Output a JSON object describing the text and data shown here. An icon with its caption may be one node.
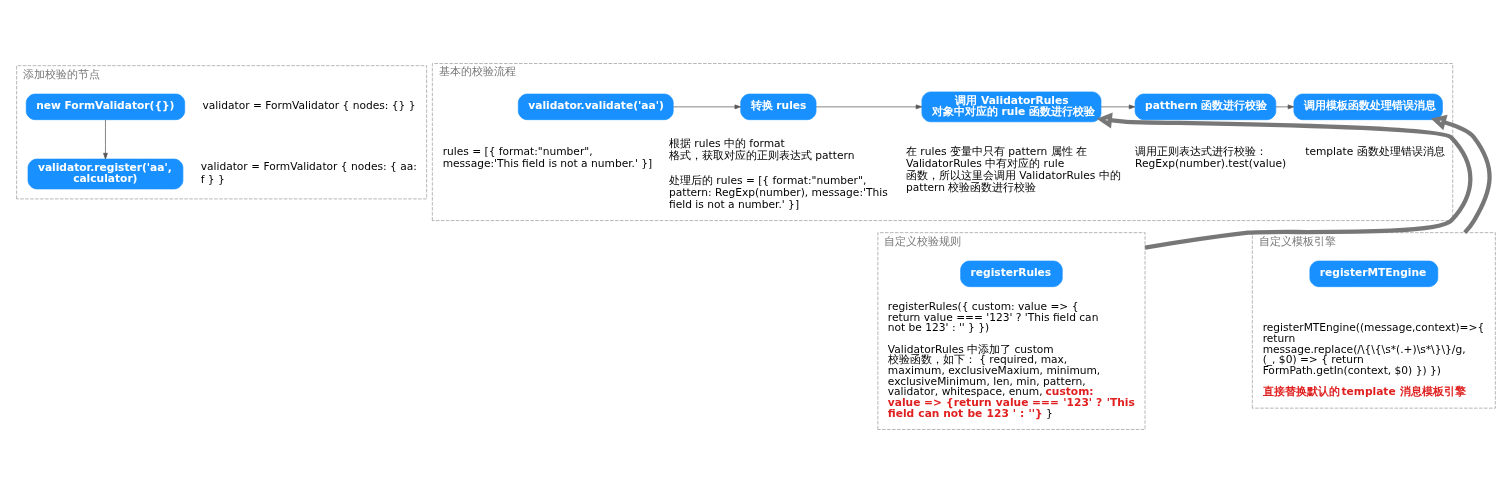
{
  "diagram": {
    "nodes": [
      {
        "text": [
          "添加校验的节点"
        ]
      },
      {
        "text": [
          "new FormValidator({})"
        ],
        "in": 0,
        "beside": [
          "validator = FormValidator { nodes: {} }"
        ]
      },
      {
        "text": [
          "validator.register('aa', calculator)"
        ],
        "in": 0,
        "beside": [
          "validator = FormValidator { nodes: { aa: f } }"
        ]
      },
      {
        "text": [
          "基本的校验流程"
        ]
      },
      {
        "text": [
          "validator.validate('aa')"
        ],
        "in": 3,
        "beside": [
          "rules = [{ format:\"number\", message:'This field is not a number.' }]"
        ]
      },
      {
        "text": [
          "转换 rules"
        ],
        "in": 3,
        "beside": [
          "根据 rules 中的 format 格式，获取对应的正则表达式 pattern",
          "处理后的 rules = [{ format:\"number\", pattern: RegExp(number), message:'This field is not a number.' }]"
        ]
      },
      {
        "text": [
          "调用 ValidatorRules 对象中对应的 rule 函数进行校验"
        ],
        "in": 3,
        "beside": [
          "在 rules 变量中只有 pattern 属性 在 ValidatorRules 中有对应的 rule 函数，所以这里会调用 ValidatorRules 中的 pattern 校验函数进行校验"
        ]
      },
      {
        "text": [
          "patthern 函数进行校验"
        ],
        "in": 3,
        "beside": [
          "调用正则表达式进行校验： RegExp(number).test(value)"
        ]
      },
      {
        "text": [
          "调用模板函数处理错误消息"
        ],
        "in": 3,
        "beside": [
          "template 函数处理错误消息"
        ]
      },
      {
        "text": [
          "自定义校验规则"
        ]
      },
      {
        "text": [
          "registerRules"
        ],
        "in": 9,
        "beside": [
          "registerRules({ custom: value => { return value === '123' ? 'This field can not be 123' : '' } })",
          "ValidatorRules 中添加了 custom 校验函数，如下： { required, max, maximum, exclusiveMaxium, minimum, exclusiveMinimum, len, min, pattern, validator, whitespace, enum, **custom: value => {return value === '123' ? 'This field can not be 123 ' : ''}** }"
        ]
      },
      {
        "text": [
          "自定义模板引擎"
        ]
      },
      {
        "text": [
          "registerMTEngine"
        ],
        "in": 11,
        "beside": [
          "registerMTEngine((message,context)=>{ return message.replace(/\\{\\{\\s*(.+)\\s*\\}\\}/g, (_, $0) => { return FormPath.getIn(context, $0) }) })",
          "**直接替换默认的 template 消息模板引擎**"
        ]
      }
    ],
    "edges": [
      {
        "from": 1,
        "to": 2,
        "arrow": "to"
      },
      {
        "from": 4,
        "to": 5,
        "arrow": "to"
      },
      {
        "from": 5,
        "to": 6,
        "arrow": "to"
      },
      {
        "from": 6,
        "to": 7,
        "arrow": "to"
      },
      {
        "from": 7,
        "to": 8,
        "arrow": "to"
      },
      {
        "from": 10,
        "to": 6,
        "arrow": "to",
        "style": "thick"
      },
      {
        "from": 12,
        "to": 8,
        "arrow": "to",
        "style": "thick"
      }
    ]
  }
}
